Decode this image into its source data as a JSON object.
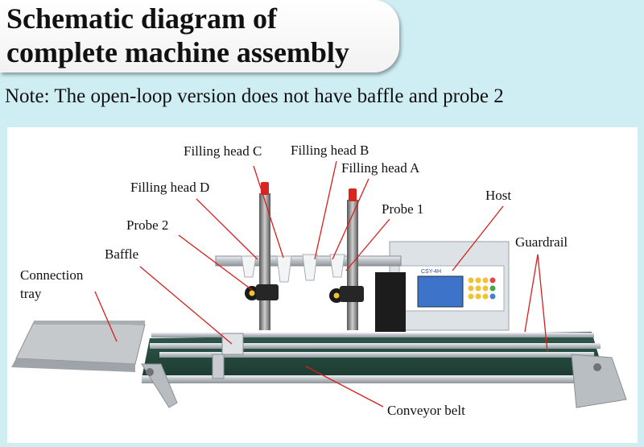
{
  "title": {
    "line1": "Schematic diagram of",
    "line2": "complete machine assembly"
  },
  "note": "Note: The open-loop version does not have baffle and probe 2",
  "labels": {
    "filling_head_c": "Filling head C",
    "filling_head_b": "Filling head B",
    "filling_head_a": "Filling head A",
    "filling_head_d": "Filling head D",
    "probe_1": "Probe 1",
    "probe_2": "Probe 2",
    "host": "Host",
    "guardrail": "Guardrail",
    "baffle": "Baffle",
    "connection_tray_1": "Connection",
    "connection_tray_2": "tray",
    "conveyor_belt": "Conveyor belt"
  },
  "device": {
    "model": "CSY-4H"
  },
  "colors": {
    "background": "#cfeef4",
    "leader": "#d81e1e",
    "nozzle_cap": "#d8261e",
    "belt": "#2e5a4a",
    "steel": "#c7ccd1",
    "screen": "#3d73c9",
    "keypad": "#f1c232"
  }
}
